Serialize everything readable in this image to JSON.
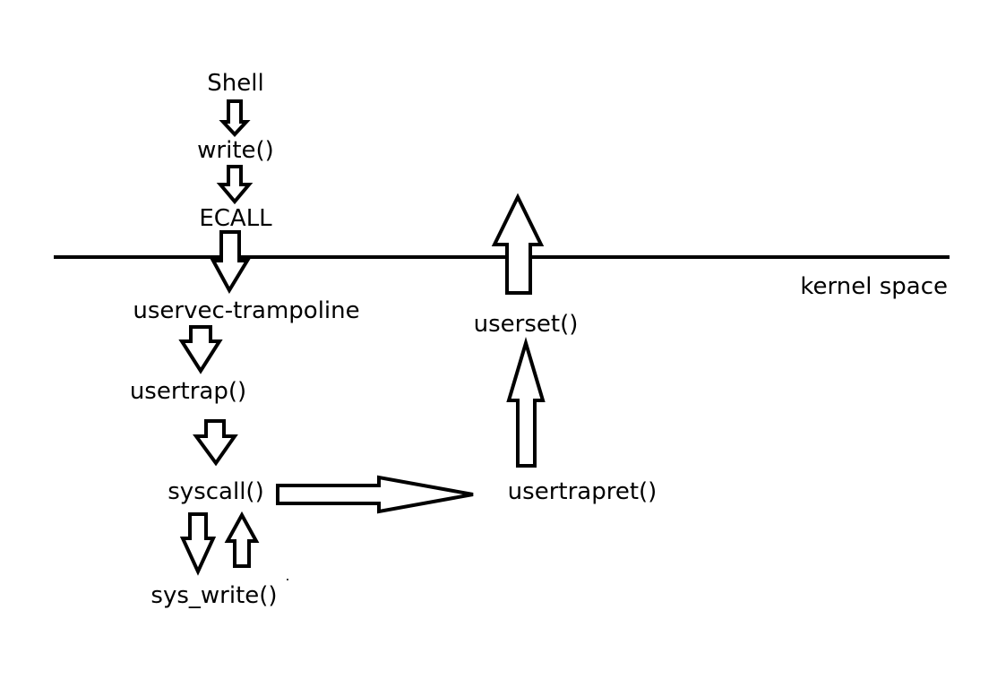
{
  "nodes": {
    "shell": "Shell",
    "write": "write()",
    "ecall": "ECALL",
    "uservec": "uservec-trampoline",
    "usertrap": "usertrap()",
    "syscall": "syscall()",
    "sys_write": "sys_write()",
    "usertrapret": "usertrapret()",
    "userset": "userset()"
  },
  "boundary_label": "kernel space",
  "colors": {
    "stroke": "#000000",
    "fill": "#ffffff",
    "background": "#ffffff"
  }
}
